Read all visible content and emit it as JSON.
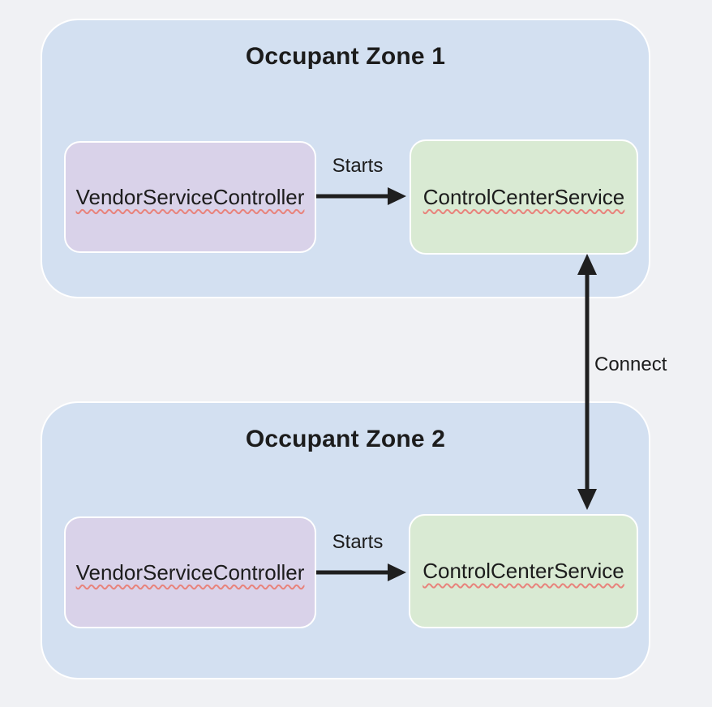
{
  "colors": {
    "page_bg": "#f0f1f4",
    "zone_fill": "#d3e0f1",
    "zone_border": "#ffffff",
    "controller_fill": "#d9d2e9",
    "service_fill": "#d9ead3",
    "box_border": "#ffffff",
    "arrow": "#1f1f1f",
    "text": "#1c1c1c",
    "squiggle": "#e8837c"
  },
  "diagram": {
    "zones": [
      {
        "title": "Occupant Zone 1",
        "nodes": [
          {
            "label": "VendorServiceController"
          },
          {
            "label": "ControlCenterService"
          }
        ],
        "edge": {
          "label": "Starts",
          "from": "VendorServiceController",
          "to": "ControlCenterService",
          "direction": "right"
        }
      },
      {
        "title": "Occupant Zone 2",
        "nodes": [
          {
            "label": "VendorServiceController"
          },
          {
            "label": "ControlCenterService"
          }
        ],
        "edge": {
          "label": "Starts",
          "from": "VendorServiceController",
          "to": "ControlCenterService",
          "direction": "right"
        }
      }
    ],
    "connector": {
      "label": "Connect",
      "from": "ControlCenterService (Occupant Zone 1)",
      "to": "ControlCenterService (Occupant Zone 2)",
      "direction": "bidirectional"
    }
  }
}
